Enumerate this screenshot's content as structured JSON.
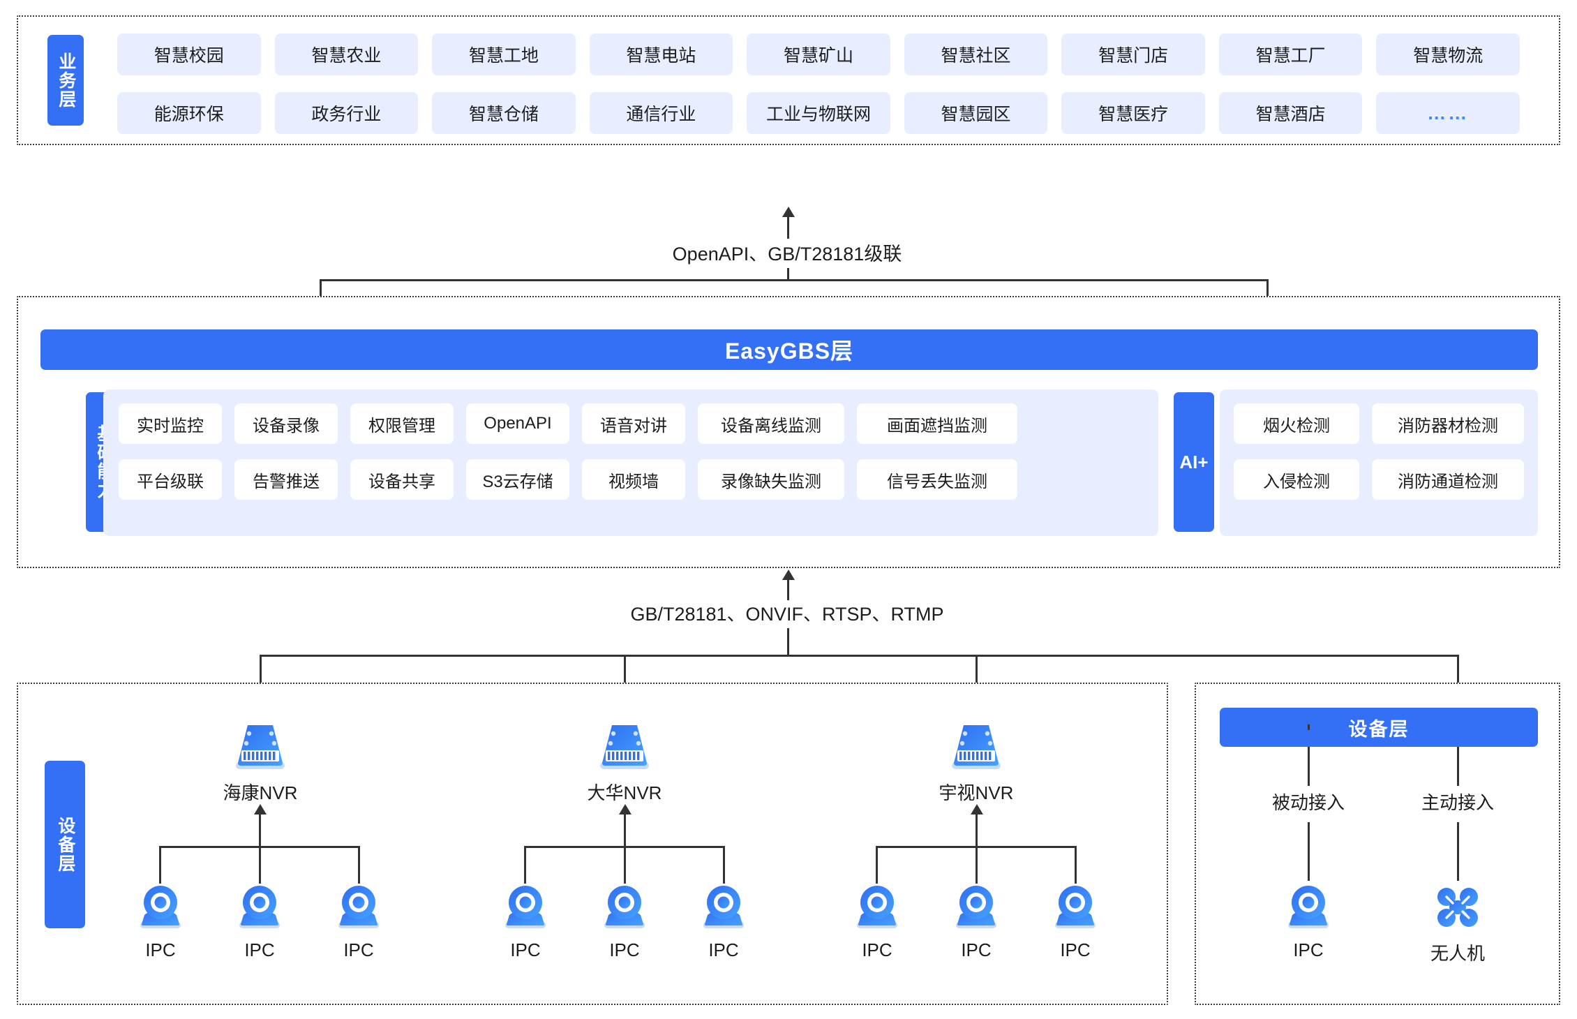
{
  "business_layer": {
    "side_label": "业务层",
    "items": [
      "智慧校园",
      "智慧农业",
      "智慧工地",
      "智慧电站",
      "智慧矿山",
      "智慧社区",
      "智慧门店",
      "智慧工厂",
      "智慧物流",
      "能源环保",
      "政务行业",
      "智慧仓储",
      "通信行业",
      "工业与物联网",
      "智慧园区",
      "智慧医疗",
      "智慧酒店",
      "……"
    ]
  },
  "connector_top": {
    "label": "OpenAPI、GB/T28181级联"
  },
  "platform_layer": {
    "banner": "EasyGBS层",
    "side_label": "基础能力",
    "capabilities_row1": [
      "实时监控",
      "设备录像",
      "权限管理",
      "OpenAPI",
      "语音对讲",
      "设备离线监测",
      "画面遮挡监测"
    ],
    "capabilities_row2": [
      "平台级联",
      "告警推送",
      "设备共享",
      "S3云存储",
      "视频墙",
      "录像缺失监测",
      "信号丢失监测"
    ],
    "ai_label": "AI+",
    "ai_row1": [
      "烟火检测",
      "消防器材检测"
    ],
    "ai_row2": [
      "入侵检测",
      "消防通道检测"
    ]
  },
  "connector_bottom": {
    "label": "GB/T28181、ONVIF、RTSP、RTMP"
  },
  "device_layer_left": {
    "side_label": "设备层",
    "nvr_groups": [
      {
        "name": "海康NVR",
        "icon": "nvr-icon",
        "children": [
          "IPC",
          "IPC",
          "IPC"
        ]
      },
      {
        "name": "大华NVR",
        "icon": "nvr-icon",
        "children": [
          "IPC",
          "IPC",
          "IPC"
        ]
      },
      {
        "name": "宇视NVR",
        "icon": "nvr-icon",
        "children": [
          "IPC",
          "IPC",
          "IPC"
        ]
      }
    ],
    "child_icon": "ipc-camera-icon"
  },
  "device_layer_right": {
    "banner": "设备层",
    "branches": [
      {
        "access": "被动接入",
        "device": "IPC",
        "icon": "ipc-camera-icon"
      },
      {
        "access": "主动接入",
        "device": "无人机",
        "icon": "drone-icon"
      }
    ]
  },
  "colors": {
    "brand_blue": "#3370f5",
    "chip_bg": "#e8eeff",
    "line": "#333333",
    "dots_accent": "#3d8bff"
  }
}
